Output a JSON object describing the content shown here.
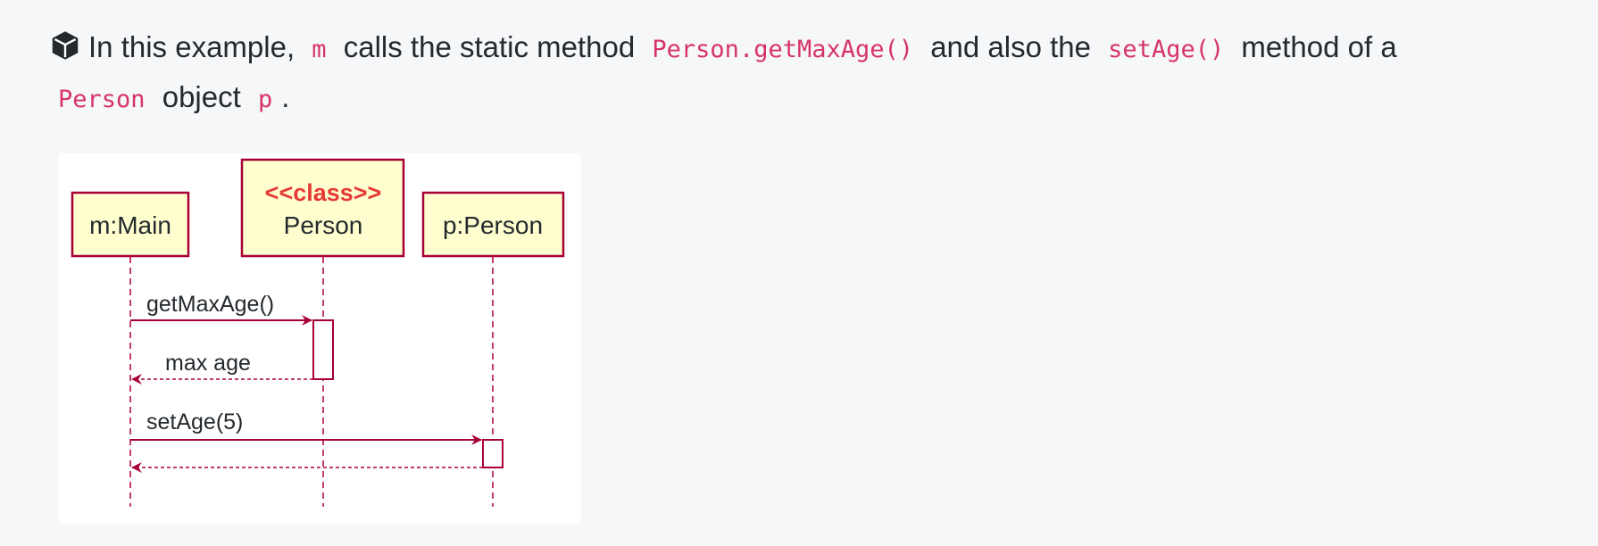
{
  "paragraph": {
    "icon": "cube-icon",
    "text_1": "In this example,",
    "code_m": "m",
    "text_2": "calls the static method",
    "code_getmaxage": "Person.getMaxAge()",
    "text_3": "and also the",
    "code_setage": "setAge()",
    "text_4": "method of a",
    "code_person": "Person",
    "text_5": "object",
    "code_p": "p",
    "text_6": "."
  },
  "diagram": {
    "participants": [
      {
        "name": "m:Main",
        "stereotype": ""
      },
      {
        "name": "Person",
        "stereotype": "<<class>>"
      },
      {
        "name": "p:Person",
        "stereotype": ""
      }
    ],
    "messages": [
      {
        "label": "getMaxAge()",
        "from": "m:Main",
        "to": "Person",
        "kind": "call"
      },
      {
        "label": "max age",
        "from": "Person",
        "to": "m:Main",
        "kind": "return"
      },
      {
        "label": "setAge(5)",
        "from": "m:Main",
        "to": "p:Person",
        "kind": "call"
      },
      {
        "label": "",
        "from": "p:Person",
        "to": "m:Main",
        "kind": "return"
      }
    ],
    "colors": {
      "box_fill": "#fefece",
      "box_border": "#a80036",
      "stereotype": "#e53935",
      "line": "#a80036"
    }
  }
}
